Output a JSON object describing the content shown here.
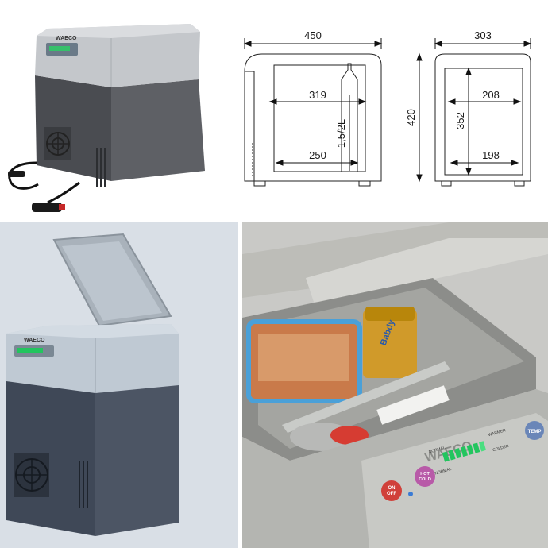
{
  "product": {
    "brand": "WAECO"
  },
  "dimensions": {
    "width_outer": "450",
    "depth_outer": "303",
    "height_outer": "420",
    "width_inner_top": "319",
    "width_inner_bottom": "250",
    "bottle_label": "1,5/2L",
    "depth_inner_top": "208",
    "depth_inner_bottom": "198",
    "height_inner": "352"
  },
  "control_panel": {
    "brand": "WAECO",
    "on_off_line1": "ON",
    "on_off_line2": "OFF",
    "hot_cold_line1": "HOT",
    "hot_cold_line2": "COLD",
    "temp_label": "TEMP",
    "normal_label": "NORMAL",
    "warmer_label": "WARMER",
    "colder_label": "COLDER",
    "normal_label_2": "NORMAL"
  },
  "jar_label": "Babdy",
  "colors": {
    "body_dark": "#54565b",
    "lid_light": "#c3c6ca",
    "led_green": "#22c55e",
    "button_red": "#d0403a"
  }
}
